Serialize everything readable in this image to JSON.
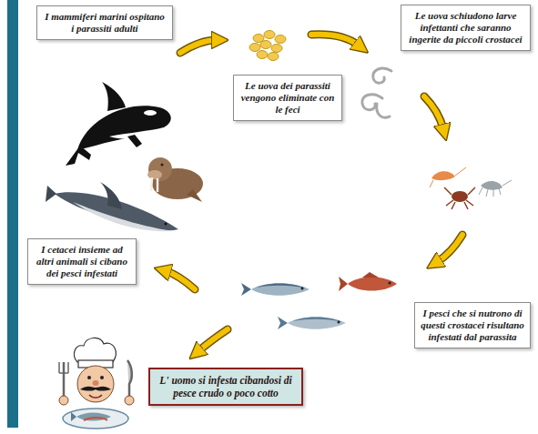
{
  "diagram": {
    "nodes": [
      {
        "text": [
          "I mammiferi marini ospitano i parassiti adulti"
        ]
      },
      {
        "text": [
          "Le uova dei parassiti vengono eliminate con le feci"
        ]
      },
      {
        "text": [
          "Le uova schiudono larve infettanti che saranno ingerite da piccoli crostacei"
        ]
      },
      {
        "text": [
          "I pesci che si nutrono di questi crostacei risultano infestati dal parassita"
        ]
      },
      {
        "text": [
          "L' uomo si infesta cibandosi di pesce crudo o poco cotto"
        ]
      },
      {
        "text": [
          "I cetacei insieme ad altri animali si cibano dei pesci infestati"
        ]
      }
    ]
  }
}
